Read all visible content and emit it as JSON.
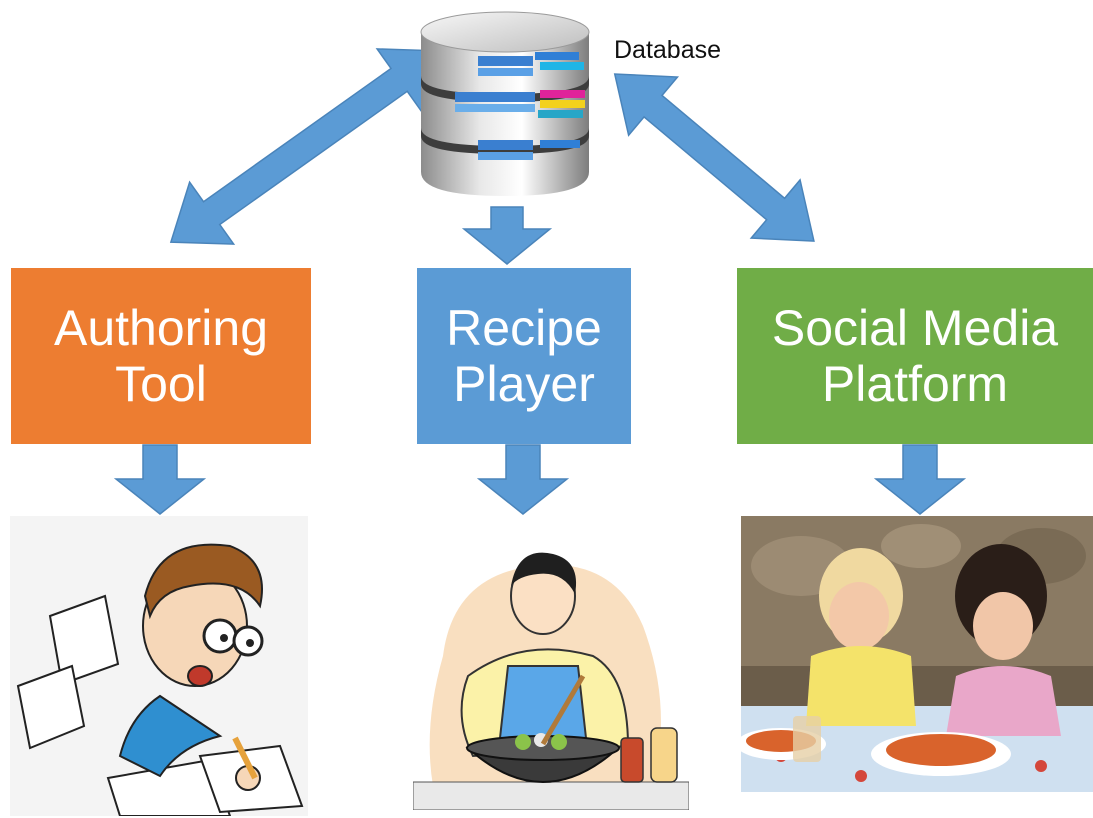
{
  "diagram": {
    "database_label": "Database",
    "boxes": {
      "authoring": {
        "line1": "Authoring",
        "line2": "Tool"
      },
      "player": {
        "line1": "Recipe",
        "line2": "Player"
      },
      "social": {
        "line1": "Social Media",
        "line2": "Platform"
      }
    }
  },
  "colors": {
    "arrow": "#5b9bd5",
    "arrow_stroke": "#4a84ba",
    "authoring_box": "#ed7d31",
    "player_box": "#5b9bd5",
    "social_box": "#70ad47",
    "box_text": "#ffffff"
  },
  "icons": {
    "database": "database-cylinder-icon",
    "author": "author-writing-cartoon-icon",
    "cook": "cook-stirring-wok-cartoon-icon",
    "kids": "children-eating-spaghetti-photo-icon"
  }
}
